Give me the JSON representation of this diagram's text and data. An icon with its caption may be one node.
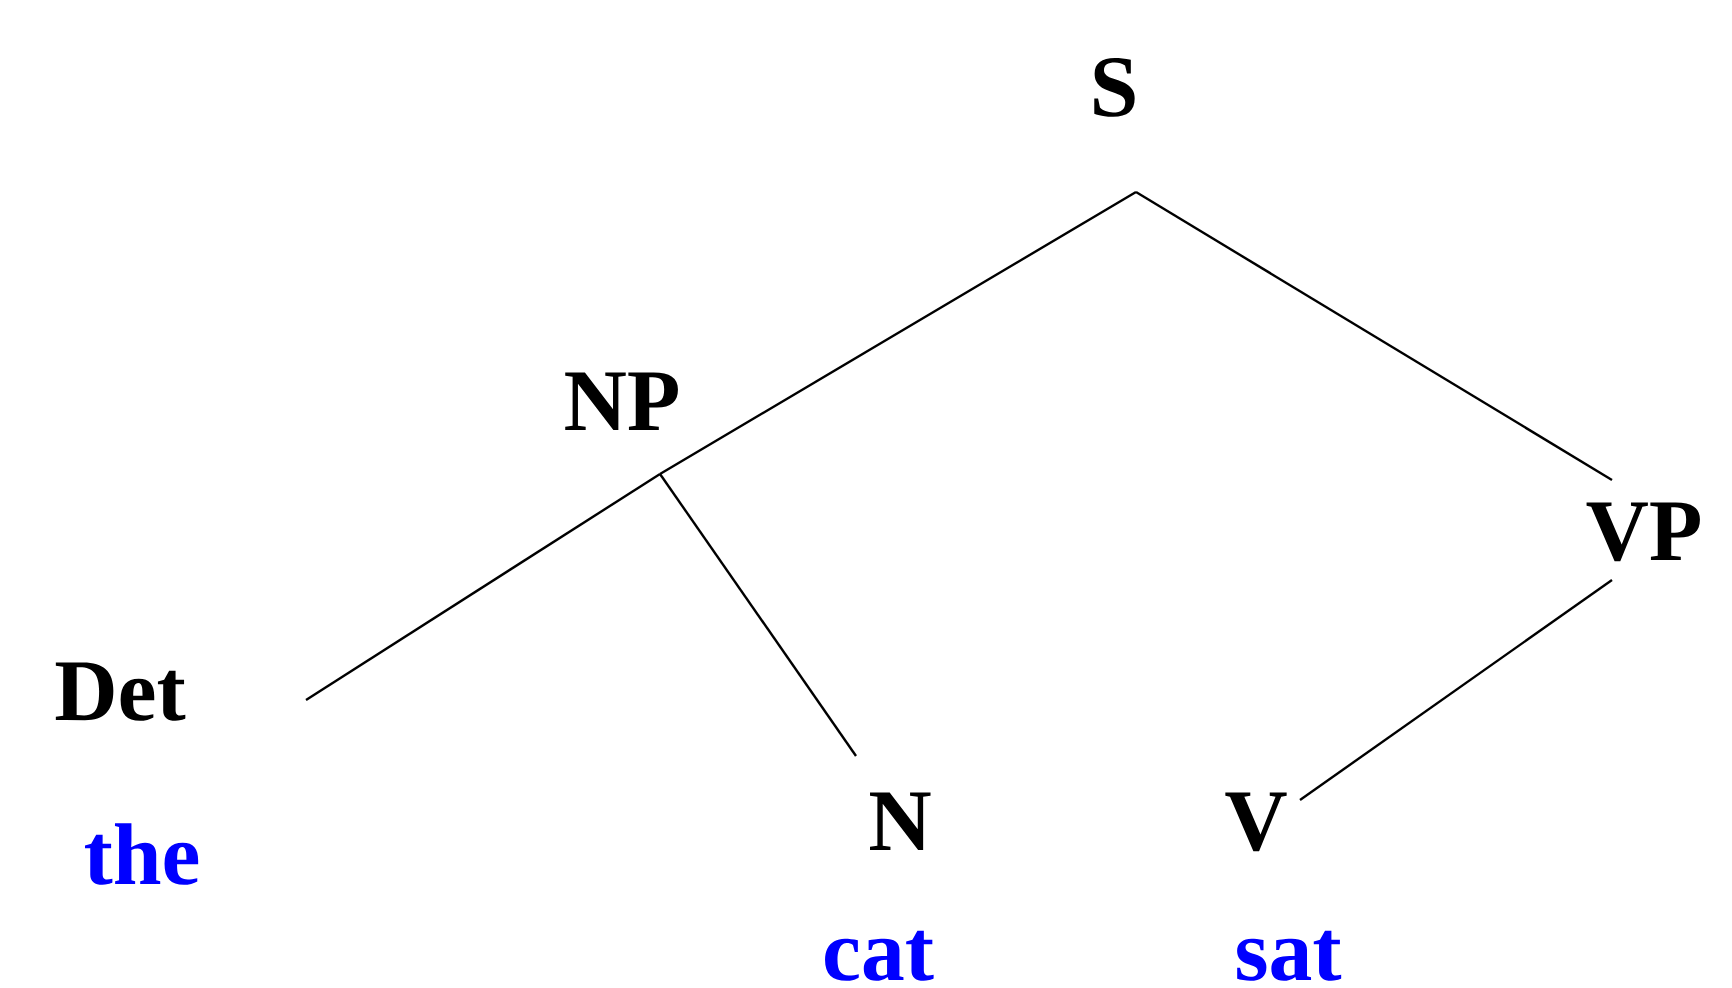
{
  "diagram": {
    "nodes": [
      {
        "text": [
          "S"
        ]
      },
      {
        "text": [
          "NP"
        ]
      },
      {
        "text": [
          "VP"
        ]
      },
      {
        "text": [
          "Det",
          "the"
        ]
      },
      {
        "text": [
          "N",
          "cat"
        ]
      },
      {
        "text": [
          "V",
          "sat"
        ]
      }
    ],
    "edges": [
      {
        "from": 0,
        "to": 1,
        "arrow": "none"
      },
      {
        "from": 0,
        "to": 2,
        "arrow": "none"
      },
      {
        "from": 1,
        "to": 3,
        "arrow": "none"
      },
      {
        "from": 1,
        "to": 4,
        "arrow": "none"
      },
      {
        "from": 2,
        "to": 5,
        "arrow": "none"
      }
    ]
  }
}
